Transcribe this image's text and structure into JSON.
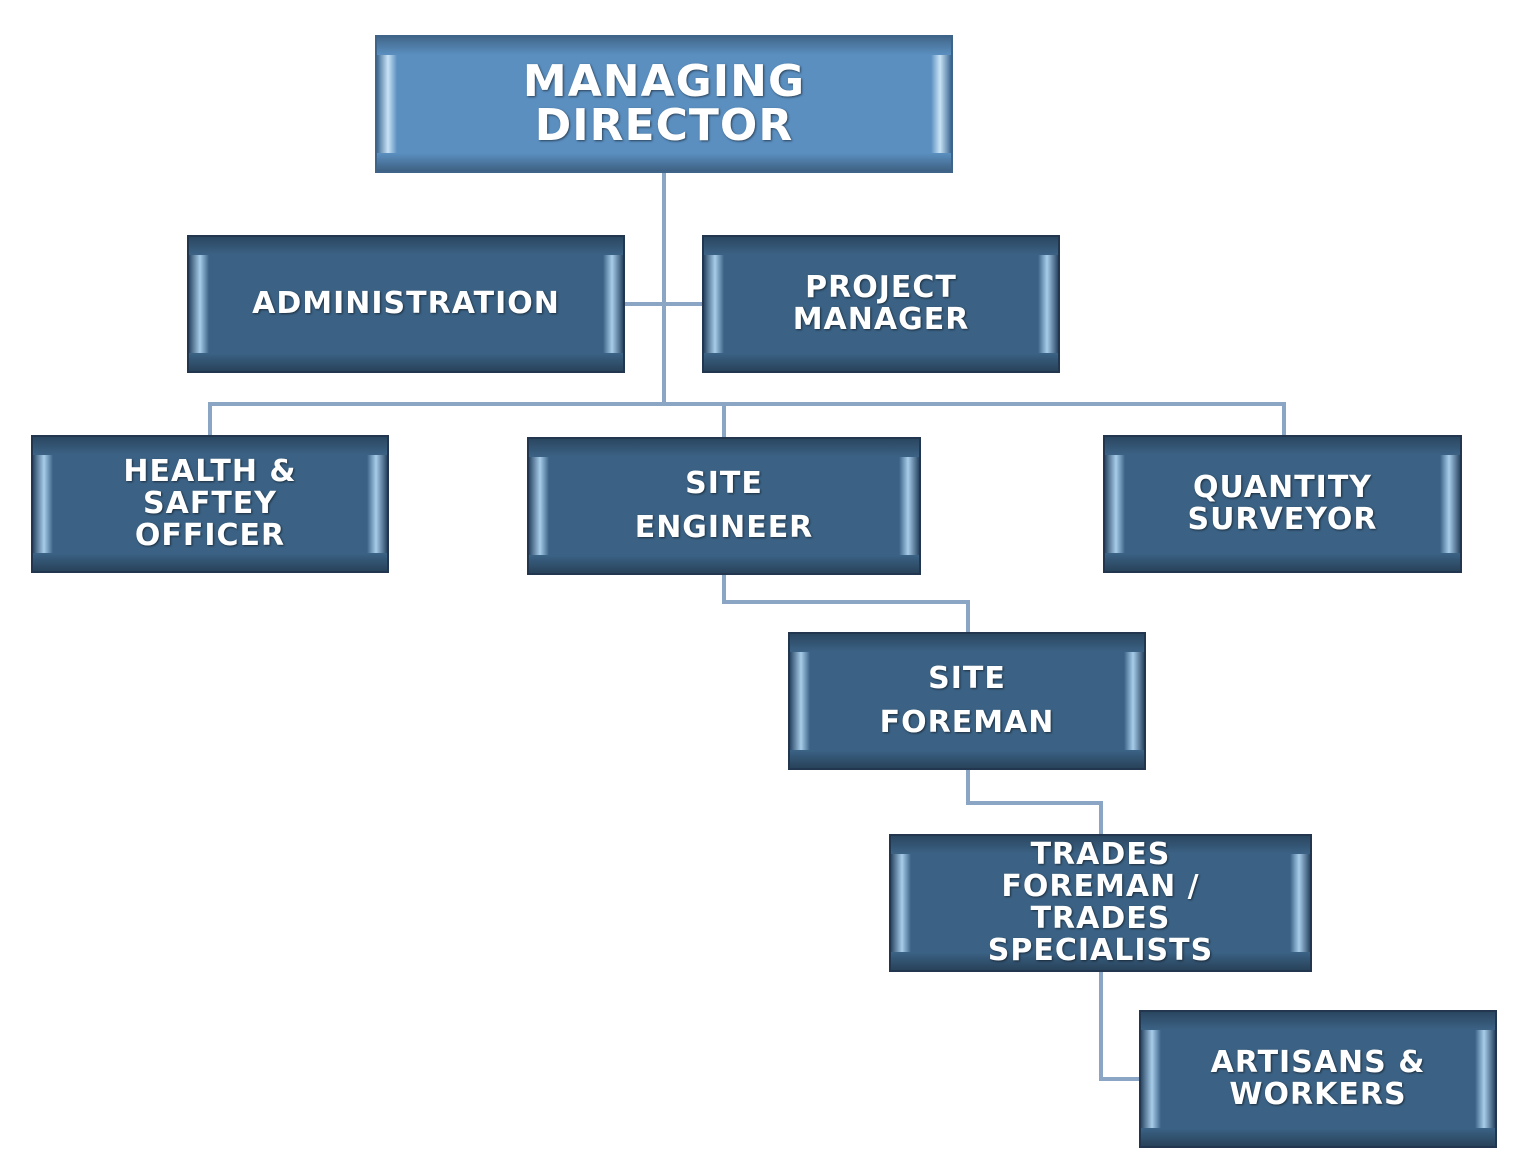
{
  "colors": {
    "top_box": "#5b8fc0",
    "box": "#3b6285",
    "connector": "#8aa6c4",
    "text": "#ffffff"
  },
  "nodes": [
    {
      "id": "managing-director",
      "lines": [
        "MANAGING",
        "DIRECTOR"
      ]
    },
    {
      "id": "administration",
      "lines": [
        "ADMINISTRATION"
      ]
    },
    {
      "id": "project-manager",
      "lines": [
        "PROJECT",
        "MANAGER"
      ]
    },
    {
      "id": "health-safety-officer",
      "lines": [
        "HEALTH &",
        "SAFTEY",
        "OFFICER"
      ]
    },
    {
      "id": "site-engineer",
      "lines": [
        "SITE",
        "ENGINEER"
      ]
    },
    {
      "id": "quantity-surveyor",
      "lines": [
        "QUANTITY",
        "SURVEYOR"
      ]
    },
    {
      "id": "site-foreman",
      "lines": [
        "SITE",
        "FOREMAN"
      ]
    },
    {
      "id": "trades-foreman",
      "lines": [
        "TRADES",
        "FOREMAN /",
        "TRADES",
        "SPECIALISTS"
      ]
    },
    {
      "id": "artisans-workers",
      "lines": [
        "ARTISANS &",
        "WORKERS"
      ]
    }
  ],
  "edges": [
    [
      "managing-director",
      "administration"
    ],
    [
      "managing-director",
      "project-manager"
    ],
    [
      "managing-director",
      "health-safety-officer"
    ],
    [
      "managing-director",
      "site-engineer"
    ],
    [
      "managing-director",
      "quantity-surveyor"
    ],
    [
      "site-engineer",
      "site-foreman"
    ],
    [
      "site-foreman",
      "trades-foreman"
    ],
    [
      "trades-foreman",
      "artisans-workers"
    ]
  ]
}
